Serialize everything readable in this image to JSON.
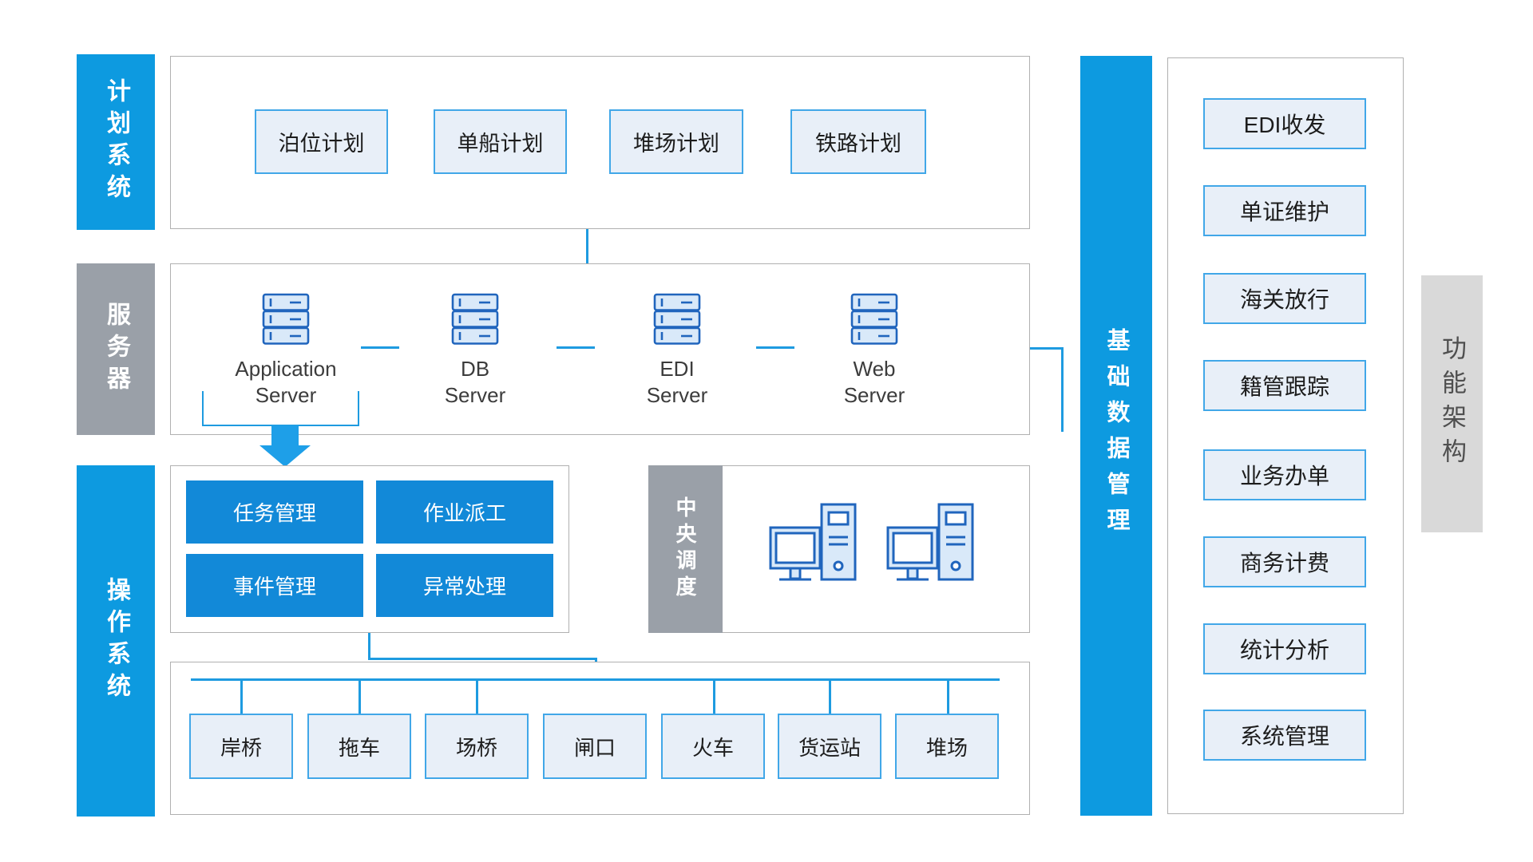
{
  "palette": {
    "rail_blue": "#0d9ae0",
    "action_blue": "#1289d8",
    "light_box_bg": "#e8eff8",
    "light_box_border": "#41a7e8",
    "gray_bar": "#9aa0a8",
    "light_gray_bar": "#d9d9d9",
    "corner_text": "#4f4f4f",
    "outer_border": "#b0b0b0",
    "connector": "#1e9be0",
    "arrow_blue": "#1e9fe8",
    "icon_stroke": "#2065bd",
    "icon_fill": "#d9e9f9",
    "text_dark": "#3c3c3c"
  },
  "left_rails": [
    {
      "label": "计划系统"
    },
    {
      "label": "服务器"
    },
    {
      "label": "操作系统"
    }
  ],
  "planning": {
    "items": [
      "泊位计划",
      "单船计划",
      "堆场计划",
      "铁路计划"
    ]
  },
  "servers": {
    "items": [
      {
        "line1": "Application",
        "line2": "Server"
      },
      {
        "line1": "DB",
        "line2": "Server"
      },
      {
        "line1": "EDI",
        "line2": "Server"
      },
      {
        "line1": "Web",
        "line2": "Server"
      }
    ]
  },
  "operation": {
    "tasks": [
      "任务管理",
      "作业派工",
      "事件管理",
      "异常处理"
    ],
    "central_label": "中央调度",
    "equipment": [
      "岸桥",
      "拖车",
      "场桥",
      "闸口",
      "火车",
      "货运站",
      "堆场"
    ]
  },
  "right_rail": {
    "label": "基础数据管理"
  },
  "right_column": {
    "items": [
      "EDI收发",
      "单证维护",
      "海关放行",
      "籍管跟踪",
      "业务办单",
      "商务计费",
      "统计分析",
      "系统管理"
    ]
  },
  "corner_rail": {
    "label": "功能架构"
  }
}
